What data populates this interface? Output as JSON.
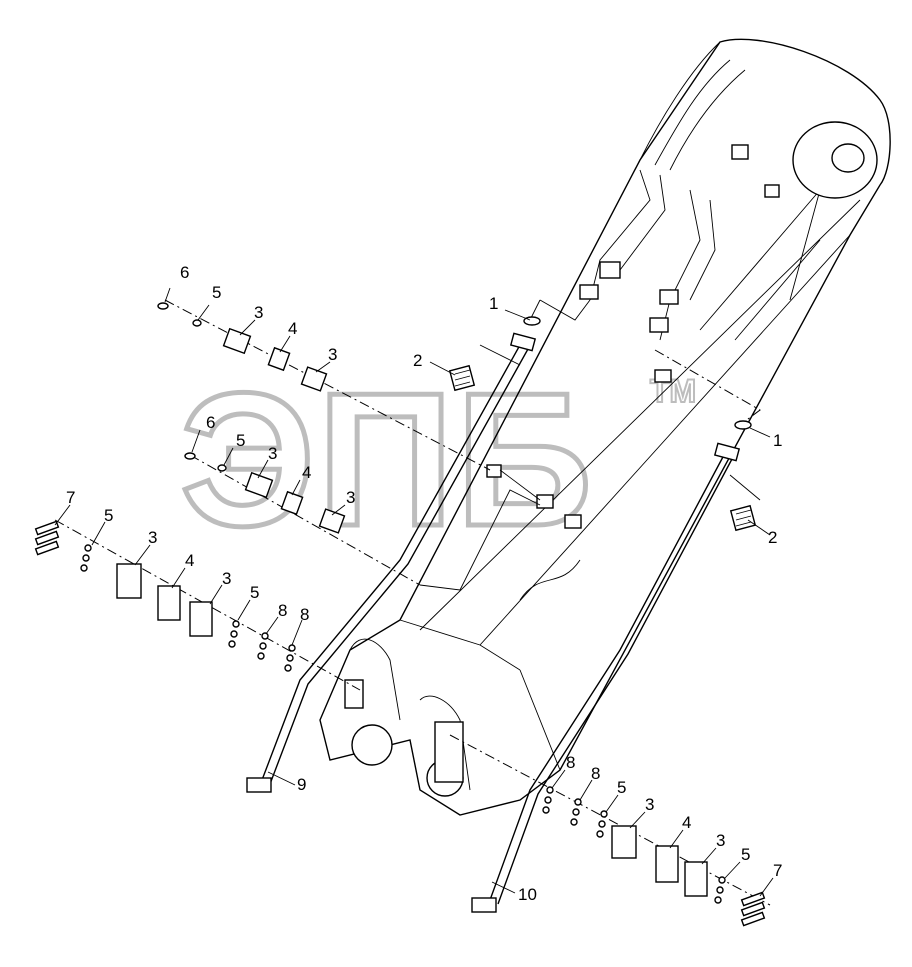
{
  "watermark": {
    "text": "ЭПБ",
    "mark": "TM"
  },
  "callouts": {
    "c1_top": "1",
    "c1_right": "1",
    "c2_left": "2",
    "c2_right": "2",
    "c3_a": "3",
    "c3_b": "3",
    "c3_c": "3",
    "c3_d": "3",
    "c3_e": "3",
    "c3_f": "3",
    "c3_g": "3",
    "c3_h": "3",
    "c4_a": "4",
    "c4_b": "4",
    "c4_c": "4",
    "c4_d": "4",
    "c5_a": "5",
    "c5_b": "5",
    "c5_c": "5",
    "c5_d": "5",
    "c5_e": "5",
    "c5_f": "5",
    "c6_a": "6",
    "c6_b": "6",
    "c7_left": "7",
    "c7_right": "7",
    "c8_a": "8",
    "c8_b": "8",
    "c8_c": "8",
    "c8_d": "8",
    "c9": "9",
    "c10": "10"
  }
}
